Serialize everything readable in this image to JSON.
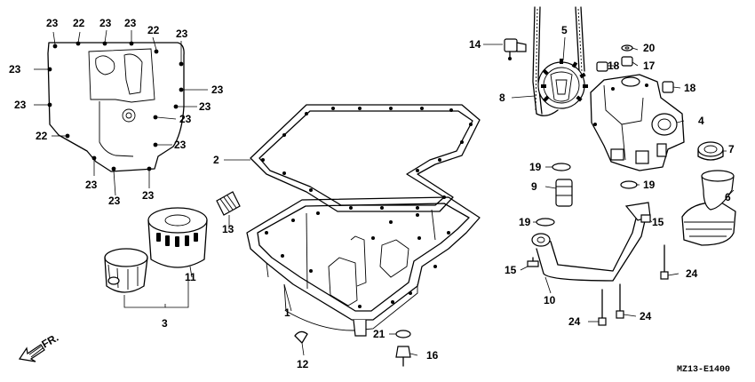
{
  "diagram": {
    "code": "MZ13-E1400",
    "direction_label": "FR.",
    "callouts": {
      "c1": "1",
      "c2": "2",
      "c3": "3",
      "c4": "4",
      "c5": "5",
      "c6": "6",
      "c7": "7",
      "c8": "8",
      "c9": "9",
      "c10": "10",
      "c11": "11",
      "c12": "12",
      "c13": "13",
      "c14": "14",
      "c15a": "15",
      "c15b": "15",
      "c16": "16",
      "c17": "17",
      "c18a": "18",
      "c18b": "18",
      "c19a": "19",
      "c19b": "19",
      "c19c": "19",
      "c20": "20",
      "c21": "21",
      "c22a": "22",
      "c22b": "22",
      "c22c": "22",
      "c23a": "23",
      "c23b": "23",
      "c23c": "23",
      "c23d": "23",
      "c23e": "23",
      "c23f": "23",
      "c23g": "23",
      "c23h": "23",
      "c23i": "23",
      "c23j": "23",
      "c23k": "23",
      "c23l": "23",
      "c23m": "23",
      "c24a": "24",
      "c24b": "24",
      "c24c": "24"
    }
  }
}
